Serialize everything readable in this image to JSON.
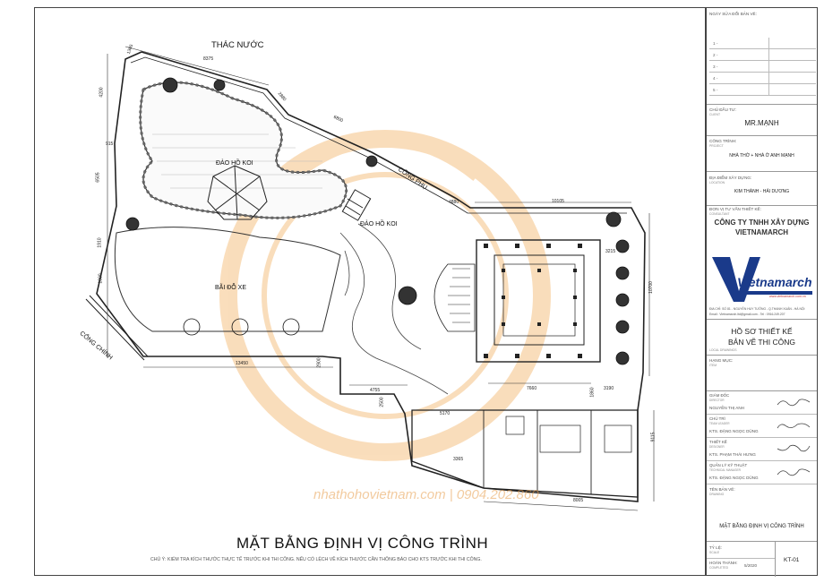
{
  "drawing": {
    "main_title": "MẶT BẰNG ĐỊNH VỊ CÔNG TRÌNH",
    "note": "CHÚ Ý: KIỂM TRA KÍCH THƯỚC THỰC TẾ TRƯỚC KHI THI CÔNG. NẾU CÓ LỆCH VỀ KÍCH THƯỚC CẦN THÔNG BÁO CHO KTS TRƯỚC KHI THI CÔNG.",
    "watermark_url": "nhathohovietnam.com | 0904.202.860",
    "labels": {
      "waterfall": "THÁC NƯỚC",
      "koi_pond_1": "ĐẢO HỒ KOI",
      "koi_pond_2": "ĐẢO HỒ KOI",
      "side_gate": "CỔNG PHỤ",
      "parking": "BÃI ĐỖ XE",
      "main_gate": "CỔNG CHÍNH"
    },
    "dimensions": {
      "d1385": "1385",
      "d8375": "8375",
      "d4200": "4200",
      "d2880": "2880",
      "d6800": "6800",
      "d915": "915",
      "d6505": "6505",
      "d4880": "4880",
      "d10105": "10105",
      "d1910": "1910",
      "d1000": "1000",
      "d3215": "3215",
      "d10700": "10700",
      "d13450": "13450",
      "d2900": "2900",
      "d4755": "4755",
      "d7660": "7660",
      "d1860": "1860",
      "d3190": "3190",
      "d2500": "2500",
      "d5170": "5170",
      "d9115": "9115",
      "d3365": "3365",
      "d8005": "8005"
    }
  },
  "title_block": {
    "revision_header": "NGÀY SỬA ĐỔI BẢN VẼ:",
    "revisions": [
      "1 -",
      "2 -",
      "3 -",
      "4 -",
      "5 -"
    ],
    "client_label": "CHỦ ĐẦU TƯ:",
    "client_sub": "CLIENT",
    "client_value": "MR.MẠNH",
    "project_label": "CÔNG TRÌNH:",
    "project_sub": "PROJECT",
    "project_value": "NHÀ THỜ + NHÀ Ở ANH MẠNH",
    "location_label": "ĐỊA ĐIỂM XÂY DỰNG:",
    "location_sub": "LOCATION",
    "location_value": "KIM THÀNH - HẢI DƯƠNG",
    "consultant_label": "ĐƠN VỊ TƯ VẤN THIẾT KẾ:",
    "consultant_sub": "CONSULTANT",
    "company_line1": "CÔNG TY TNHH XÂY DỰNG",
    "company_line2": "VIETNAMARCH",
    "logo_text": "Vietnamarch",
    "logo_url": "www.vietnamarch.com.vn",
    "address": "ĐỊA CHỈ: SỐ 81 - NGUYỄN HUY TƯỞNG - Q.THANH XUÂN - HÀ NỘI",
    "contact": "Email : Vietnamarch.ltd@gmail.com - Tel : 0916.249.207",
    "stage_line1": "HỒ SƠ THIẾT KẾ",
    "stage_line2": "BẢN VẼ THI CÔNG",
    "stage_sub": "LOCAL DRAWINGS",
    "category_label": "HẠNG MỤC:",
    "category_sub": "ITEM",
    "roles": [
      {
        "role": "GIÁM ĐỐC",
        "role_sub": "DIRECTOR",
        "name": "NGUYỄN THỊ ANH"
      },
      {
        "role": "CHỦ TRÌ",
        "role_sub": "TEAM LEADER",
        "name": "KTS. ĐẶNG NGỌC DŨNG"
      },
      {
        "role": "THIẾT KẾ",
        "role_sub": "DESIGNER",
        "name": "KTS. PHẠM THÁI HƯNG"
      },
      {
        "role": "QUẢN LÝ KỸ THUẬT",
        "role_sub": "TECHNICAL MANAGER",
        "name": "KTS. ĐẶNG NGỌC DŨNG"
      }
    ],
    "drawing_name_label": "TÊN BẢN VẼ:",
    "drawing_name_sub": "DRAWING",
    "drawing_name": "MẶT BẰNG ĐỊNH VỊ CÔNG TRÌNH",
    "scale_label": "TỶ LỆ:",
    "scale_sub": "SCALE",
    "completed_label": "HOÀN THÀNH:",
    "completed_sub": "COMPLETED",
    "completed_value": "5/2020",
    "sheet_no": "KT-01"
  }
}
